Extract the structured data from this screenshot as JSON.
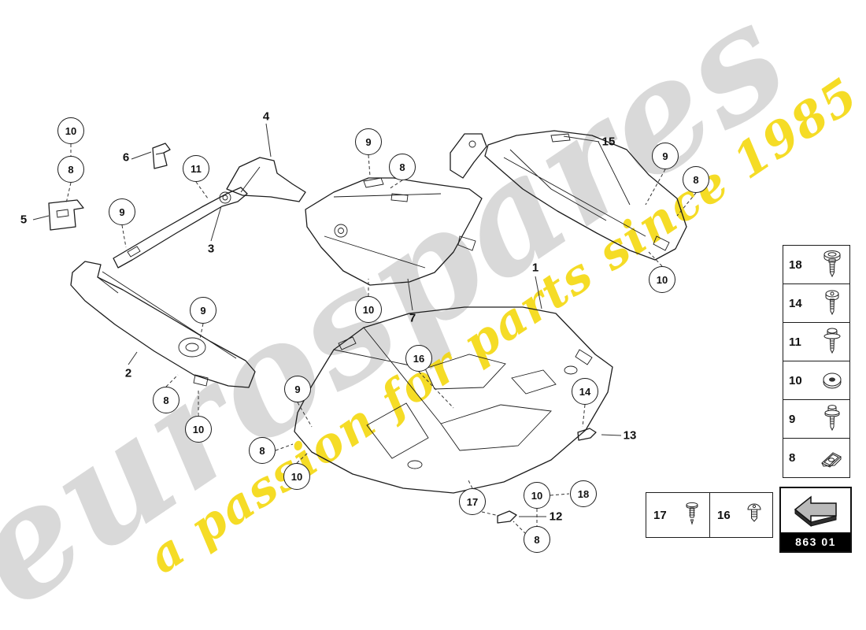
{
  "watermark": {
    "brand": "eurospares",
    "tagline": "a passion for parts since 1985",
    "brand_color": "#d6d6d6",
    "tagline_color": "#f3d600"
  },
  "diagram": {
    "callouts": [
      {
        "label": "10",
        "style": "circle"
      },
      {
        "label": "8",
        "style": "circle"
      },
      {
        "label": "6",
        "style": "plain"
      },
      {
        "label": "11",
        "style": "circle"
      },
      {
        "label": "5",
        "style": "plain"
      },
      {
        "label": "9",
        "style": "circle"
      },
      {
        "label": "4",
        "style": "plain"
      },
      {
        "label": "3",
        "style": "plain"
      },
      {
        "label": "9",
        "style": "circle"
      },
      {
        "label": "8",
        "style": "circle"
      },
      {
        "label": "15",
        "style": "plain"
      },
      {
        "label": "9",
        "style": "circle"
      },
      {
        "label": "8",
        "style": "circle"
      },
      {
        "label": "10",
        "style": "circle"
      },
      {
        "label": "10",
        "style": "circle"
      },
      {
        "label": "7",
        "style": "plain"
      },
      {
        "label": "9",
        "style": "circle"
      },
      {
        "label": "2",
        "style": "plain"
      },
      {
        "label": "8",
        "style": "circle"
      },
      {
        "label": "10",
        "style": "circle"
      },
      {
        "label": "1",
        "style": "plain"
      },
      {
        "label": "16",
        "style": "circle"
      },
      {
        "label": "9",
        "style": "circle"
      },
      {
        "label": "8",
        "style": "circle"
      },
      {
        "label": "10",
        "style": "circle"
      },
      {
        "label": "14",
        "style": "circle"
      },
      {
        "label": "13",
        "style": "plain"
      },
      {
        "label": "17",
        "style": "circle"
      },
      {
        "label": "10",
        "style": "circle"
      },
      {
        "label": "18",
        "style": "circle"
      },
      {
        "label": "12",
        "style": "plain"
      },
      {
        "label": "8",
        "style": "circle"
      }
    ]
  },
  "legend": {
    "column_items": [
      {
        "number": "18",
        "icon": "hex-head-screw-icon"
      },
      {
        "number": "14",
        "icon": "pan-head-screw-icon"
      },
      {
        "number": "11",
        "icon": "screw-with-washer-icon"
      },
      {
        "number": "10",
        "icon": "grommet-washer-icon"
      },
      {
        "number": "9",
        "icon": "captive-washer-screw-icon"
      },
      {
        "number": "8",
        "icon": "speed-nut-clip-icon"
      }
    ],
    "bottom_items": [
      {
        "number": "17",
        "icon": "expansion-rivet-icon"
      },
      {
        "number": "16",
        "icon": "short-screw-icon"
      }
    ]
  },
  "nav": {
    "code_label": "863 01",
    "icon": "back-arrow-icon"
  }
}
